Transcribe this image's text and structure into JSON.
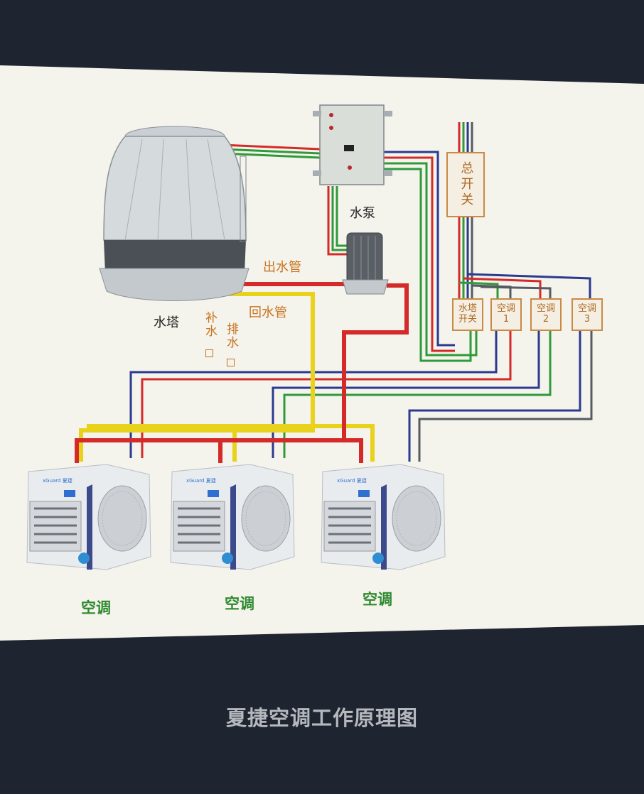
{
  "diagram": {
    "labels": {
      "cooling_tower": "水塔",
      "pump": "水泵",
      "outlet_pipe": "出水管",
      "return_pipe": "回水管",
      "refill": "补水",
      "drain": "排水"
    },
    "switch_boxes": {
      "main_switch": "总开关",
      "tower_switch": [
        "水塔",
        "开关"
      ],
      "ac_switches": [
        {
          "name": "空调",
          "num": "1"
        },
        {
          "name": "空调",
          "num": "2"
        },
        {
          "name": "空调",
          "num": "3"
        }
      ]
    },
    "ac_units": [
      "空调",
      "空调",
      "空调"
    ],
    "brand_text": "xGuard 夏捷",
    "caption": "夏捷空调工作原理图"
  },
  "colors": {
    "red": "#d42a2a",
    "yellow": "#e8d21c",
    "blue": "#2b3a8f",
    "green": "#2f9a3a",
    "gray": "#555b60",
    "box_border": "#c98a45",
    "label_orange": "#c8731f",
    "ac_label_green": "#2f8a2f"
  }
}
